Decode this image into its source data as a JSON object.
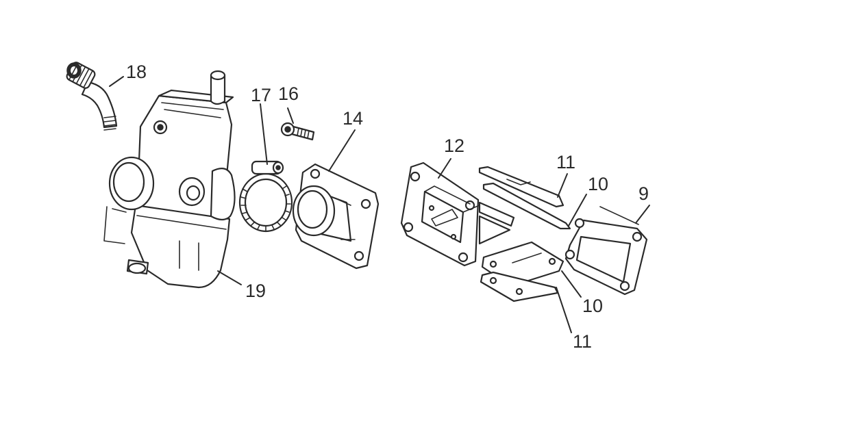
{
  "diagram": {
    "callouts": {
      "p9": "9",
      "p10_top": "10",
      "p10_bottom": "10",
      "p11_top": "11",
      "p11_bottom": "11",
      "p12": "12",
      "p14": "14",
      "p16": "16",
      "p17": "17",
      "p18": "18",
      "p19": "19"
    },
    "parts": [
      "reed-block-cover",
      "reed-petal",
      "reed-stopper",
      "reed-block",
      "intake-manifold",
      "bolt",
      "hose-clamp",
      "vent-hose-fitting",
      "carburetor"
    ]
  }
}
